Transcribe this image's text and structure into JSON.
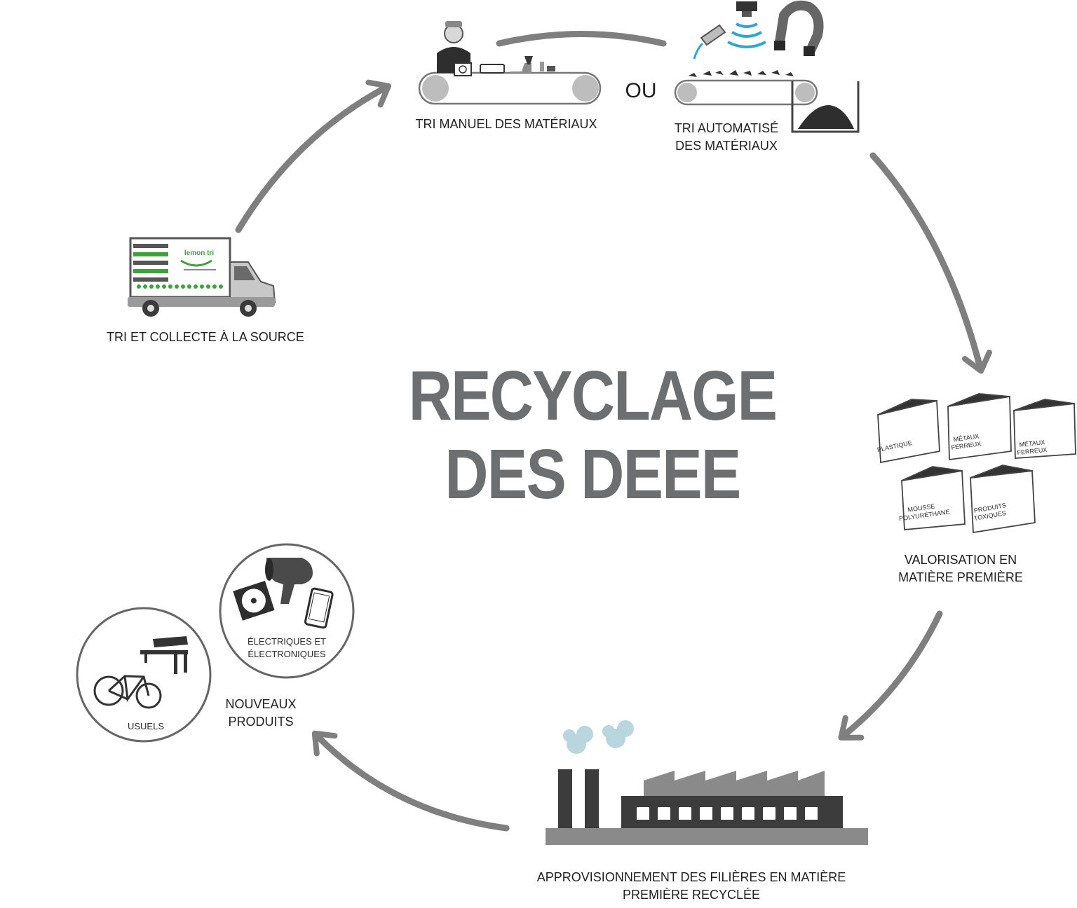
{
  "title": {
    "line1": "RECYCLAGE",
    "line2": "DES DEEE"
  },
  "steps": {
    "collecte": "TRI ET COLLECTE À LA SOURCE",
    "tri_manuel": "TRI MANUEL DES MATÉRIAUX",
    "ou": "OU",
    "tri_auto_1": "TRI AUTOMATISÉ",
    "tri_auto_2": "DES MATÉRIAUX",
    "valorisation_1": "VALORISATION EN",
    "valorisation_2": "MATIÈRE PREMIÈRE",
    "approvisionnement_1": "APPROVISIONNEMENT DES FILIÈRES EN MATIÈRE",
    "approvisionnement_2": "PREMIÈRE RECYCLÉE",
    "nouveaux_1": "NOUVEAUX",
    "nouveaux_2": "PRODUITS"
  },
  "bags": {
    "plastique": "PLASTIQUE",
    "metaux_1a": "MÉTAUX",
    "metaux_1b": "FERREUX",
    "metaux_2a": "MÉTAUX",
    "metaux_2b": "FERREUX",
    "mousse_a": "MOUSSE",
    "mousse_b": "POLYURÉTHANE",
    "toxiques_a": "PRODUITS",
    "toxiques_b": "TOXIQUES"
  },
  "products": {
    "electriques_1": "ÉLECTRIQUES ET",
    "electriques_2": "ÉLECTRONIQUES",
    "usuels": "USUELS"
  },
  "truck": {
    "brand": "lemon tri"
  },
  "colors": {
    "arrow": "#7f7f7f",
    "title": "#6d6e70",
    "dark": "#3c3c3c",
    "light_gray": "#d6d6d6",
    "cyan": "#29a8d6",
    "green": "#3aa43a",
    "smoke": "#b9d6de"
  }
}
